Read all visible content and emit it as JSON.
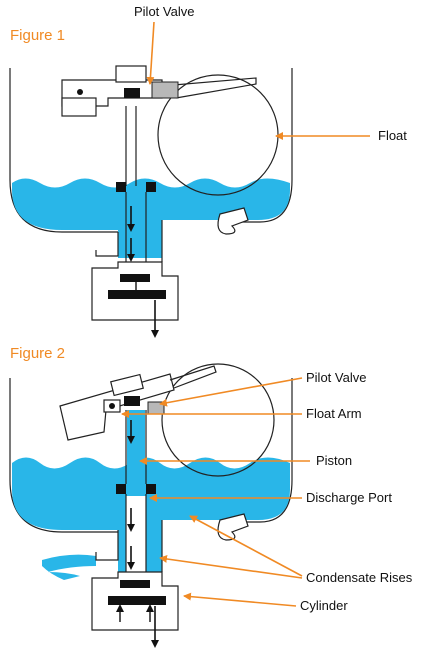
{
  "colors": {
    "water": "#29b6e8",
    "leader": "#f08a24",
    "seat": "#b8b8b8",
    "ink": "#222222"
  },
  "figure1": {
    "title": "Figure 1",
    "labels": {
      "pilot_valve": "Pilot Valve",
      "float": "Float"
    }
  },
  "figure2": {
    "title": "Figure 2",
    "labels": {
      "pilot_valve": "Pilot Valve",
      "float_arm": "Float Arm",
      "piston": "Piston",
      "discharge_port": "Discharge Port",
      "condensate_rises": "Condensate Rises",
      "cylinder": "Cylinder"
    }
  }
}
